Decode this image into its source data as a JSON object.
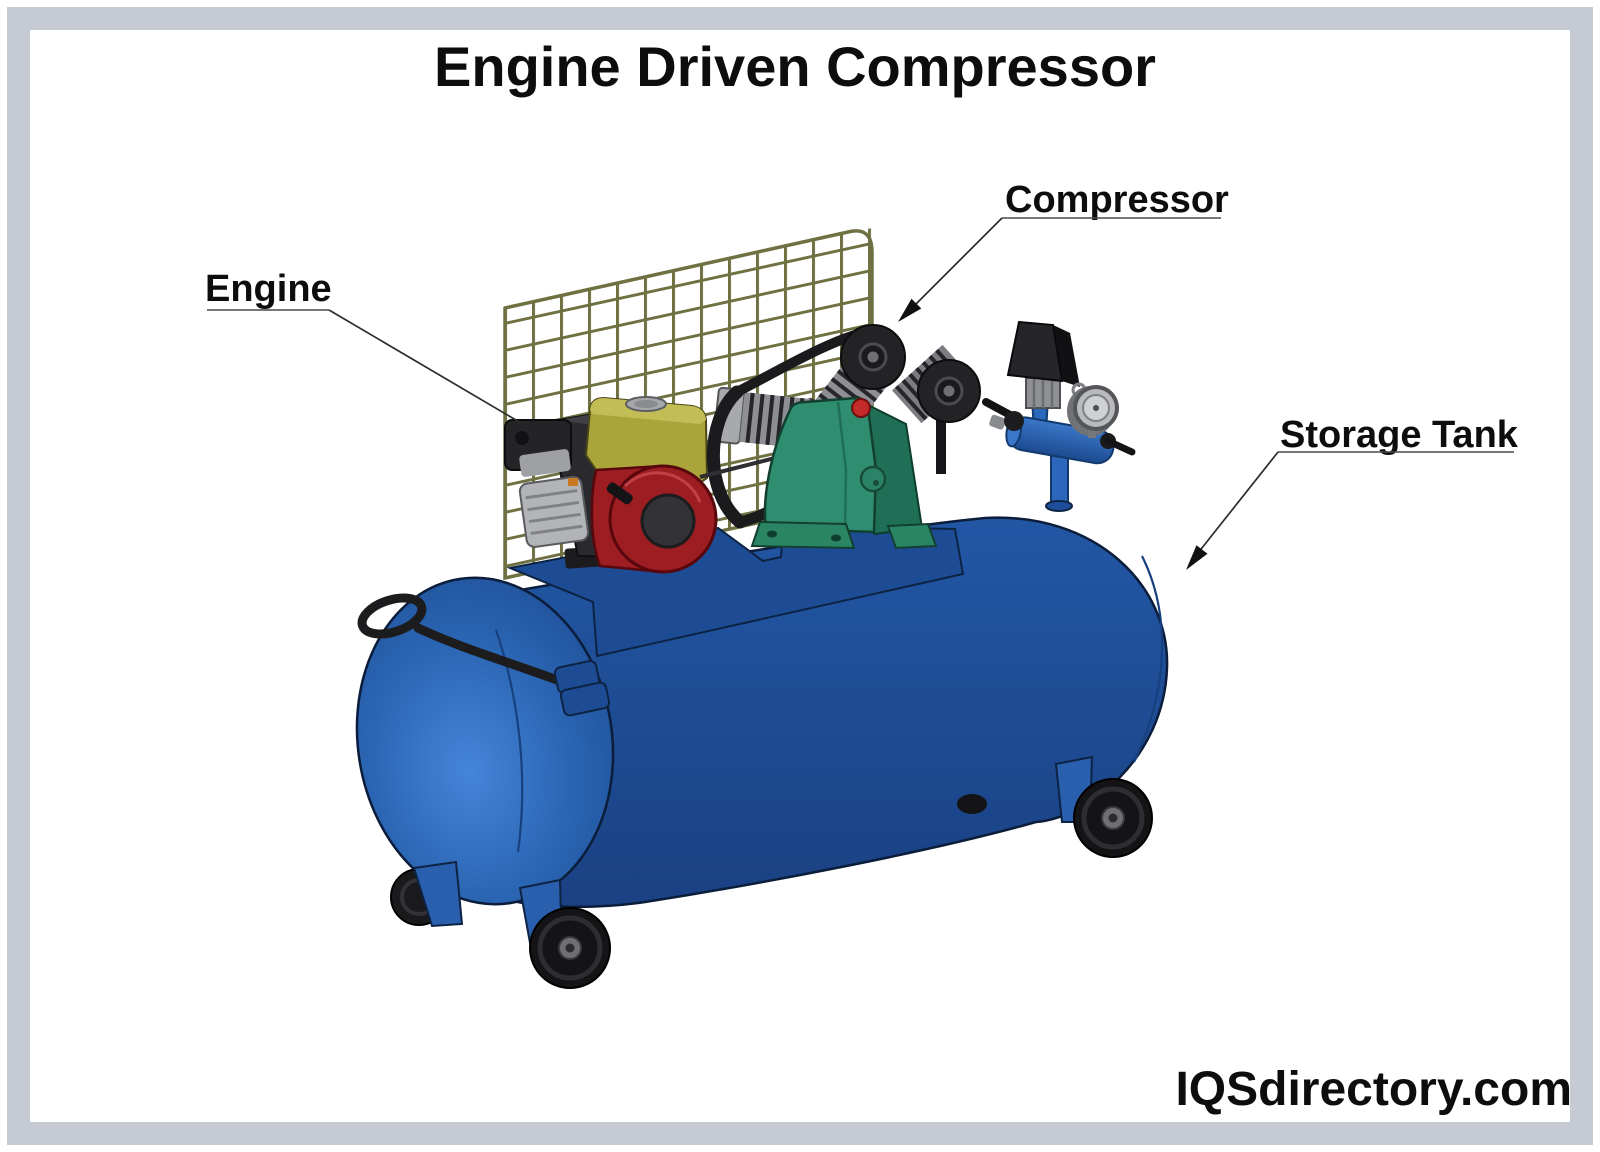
{
  "page": {
    "title": "Engine Driven Compressor",
    "watermark": "IQSdirectory.com"
  },
  "diagram": {
    "labels": {
      "engine": "Engine",
      "compressor": "Compressor",
      "storage_tank": "Storage Tank"
    },
    "colors": {
      "frame_gray": "#c6cad3",
      "tank_blue": "#1d4c95",
      "dome_blue": "#2b66b4",
      "pipe_blue": "#2c67bb",
      "compressor_green": "#2f8e70",
      "compressor_green_dark": "#1f6f56",
      "engine_red": "#9c1d22",
      "fuel_olive": "#aaa53a",
      "mesh_olive": "#6f7142",
      "metal_gray": "#8e8f94",
      "black_part": "#232326",
      "text_black": "#0d0d0d"
    }
  }
}
